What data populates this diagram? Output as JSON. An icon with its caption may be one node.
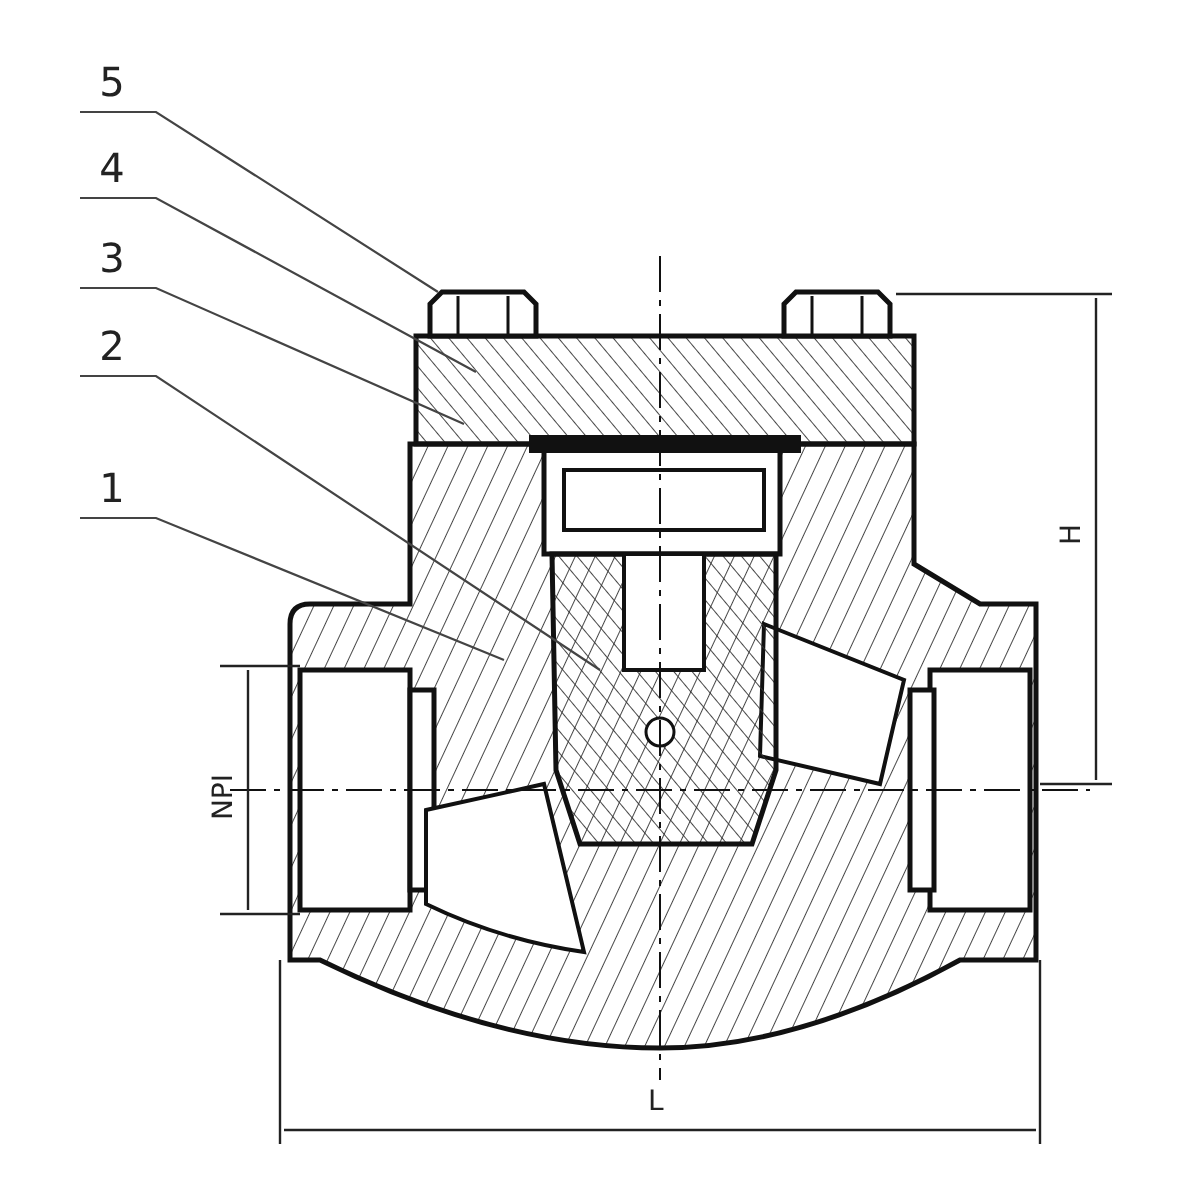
{
  "diagram": {
    "nodes": [
      {
        "text": [
          "5"
        ]
      },
      {
        "text": [
          "4"
        ]
      },
      {
        "text": [
          "3"
        ]
      },
      {
        "text": [
          "2"
        ]
      },
      {
        "text": [
          "1"
        ]
      }
    ],
    "edges": [
      {
        "from": 0,
        "to": null,
        "arrow": "none"
      },
      {
        "from": 1,
        "to": null,
        "arrow": "none"
      },
      {
        "from": 2,
        "to": null,
        "arrow": "none"
      },
      {
        "from": 3,
        "to": null,
        "arrow": "none"
      },
      {
        "from": 4,
        "to": null,
        "arrow": "none"
      }
    ],
    "labels": [
      "NPI",
      "H",
      "L"
    ]
  }
}
